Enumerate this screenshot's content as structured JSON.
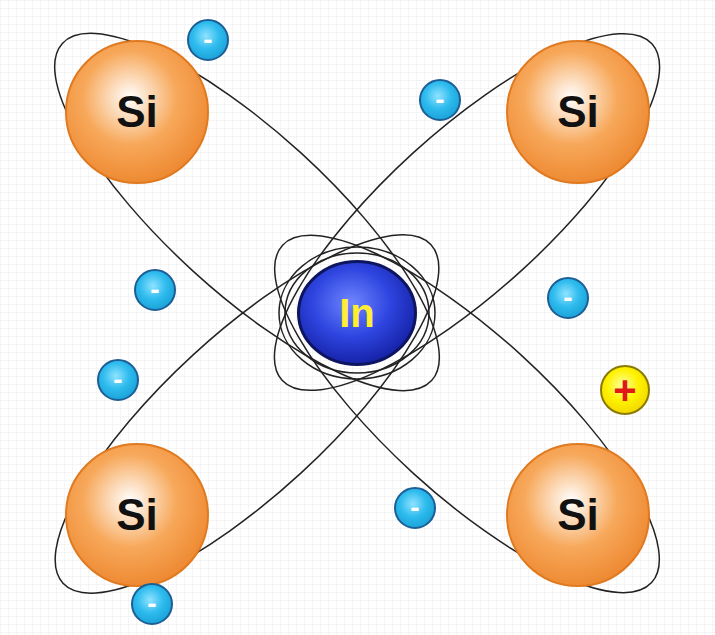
{
  "diagram": {
    "nodes": [
      {
        "text": [
          "-"
        ]
      },
      {
        "text": [
          "-"
        ]
      },
      {
        "text": [
          "Si"
        ]
      },
      {
        "text": [
          "Si"
        ]
      },
      {
        "text": [
          "-"
        ]
      },
      {
        "text": [
          "In"
        ]
      },
      {
        "text": [
          "-"
        ]
      },
      {
        "text": [
          "+"
        ]
      },
      {
        "text": [
          "-"
        ]
      },
      {
        "text": [
          "Si"
        ]
      },
      {
        "text": [
          "-"
        ]
      },
      {
        "text": [
          "Si"
        ]
      },
      {
        "text": [
          "-"
        ]
      }
    ]
  }
}
